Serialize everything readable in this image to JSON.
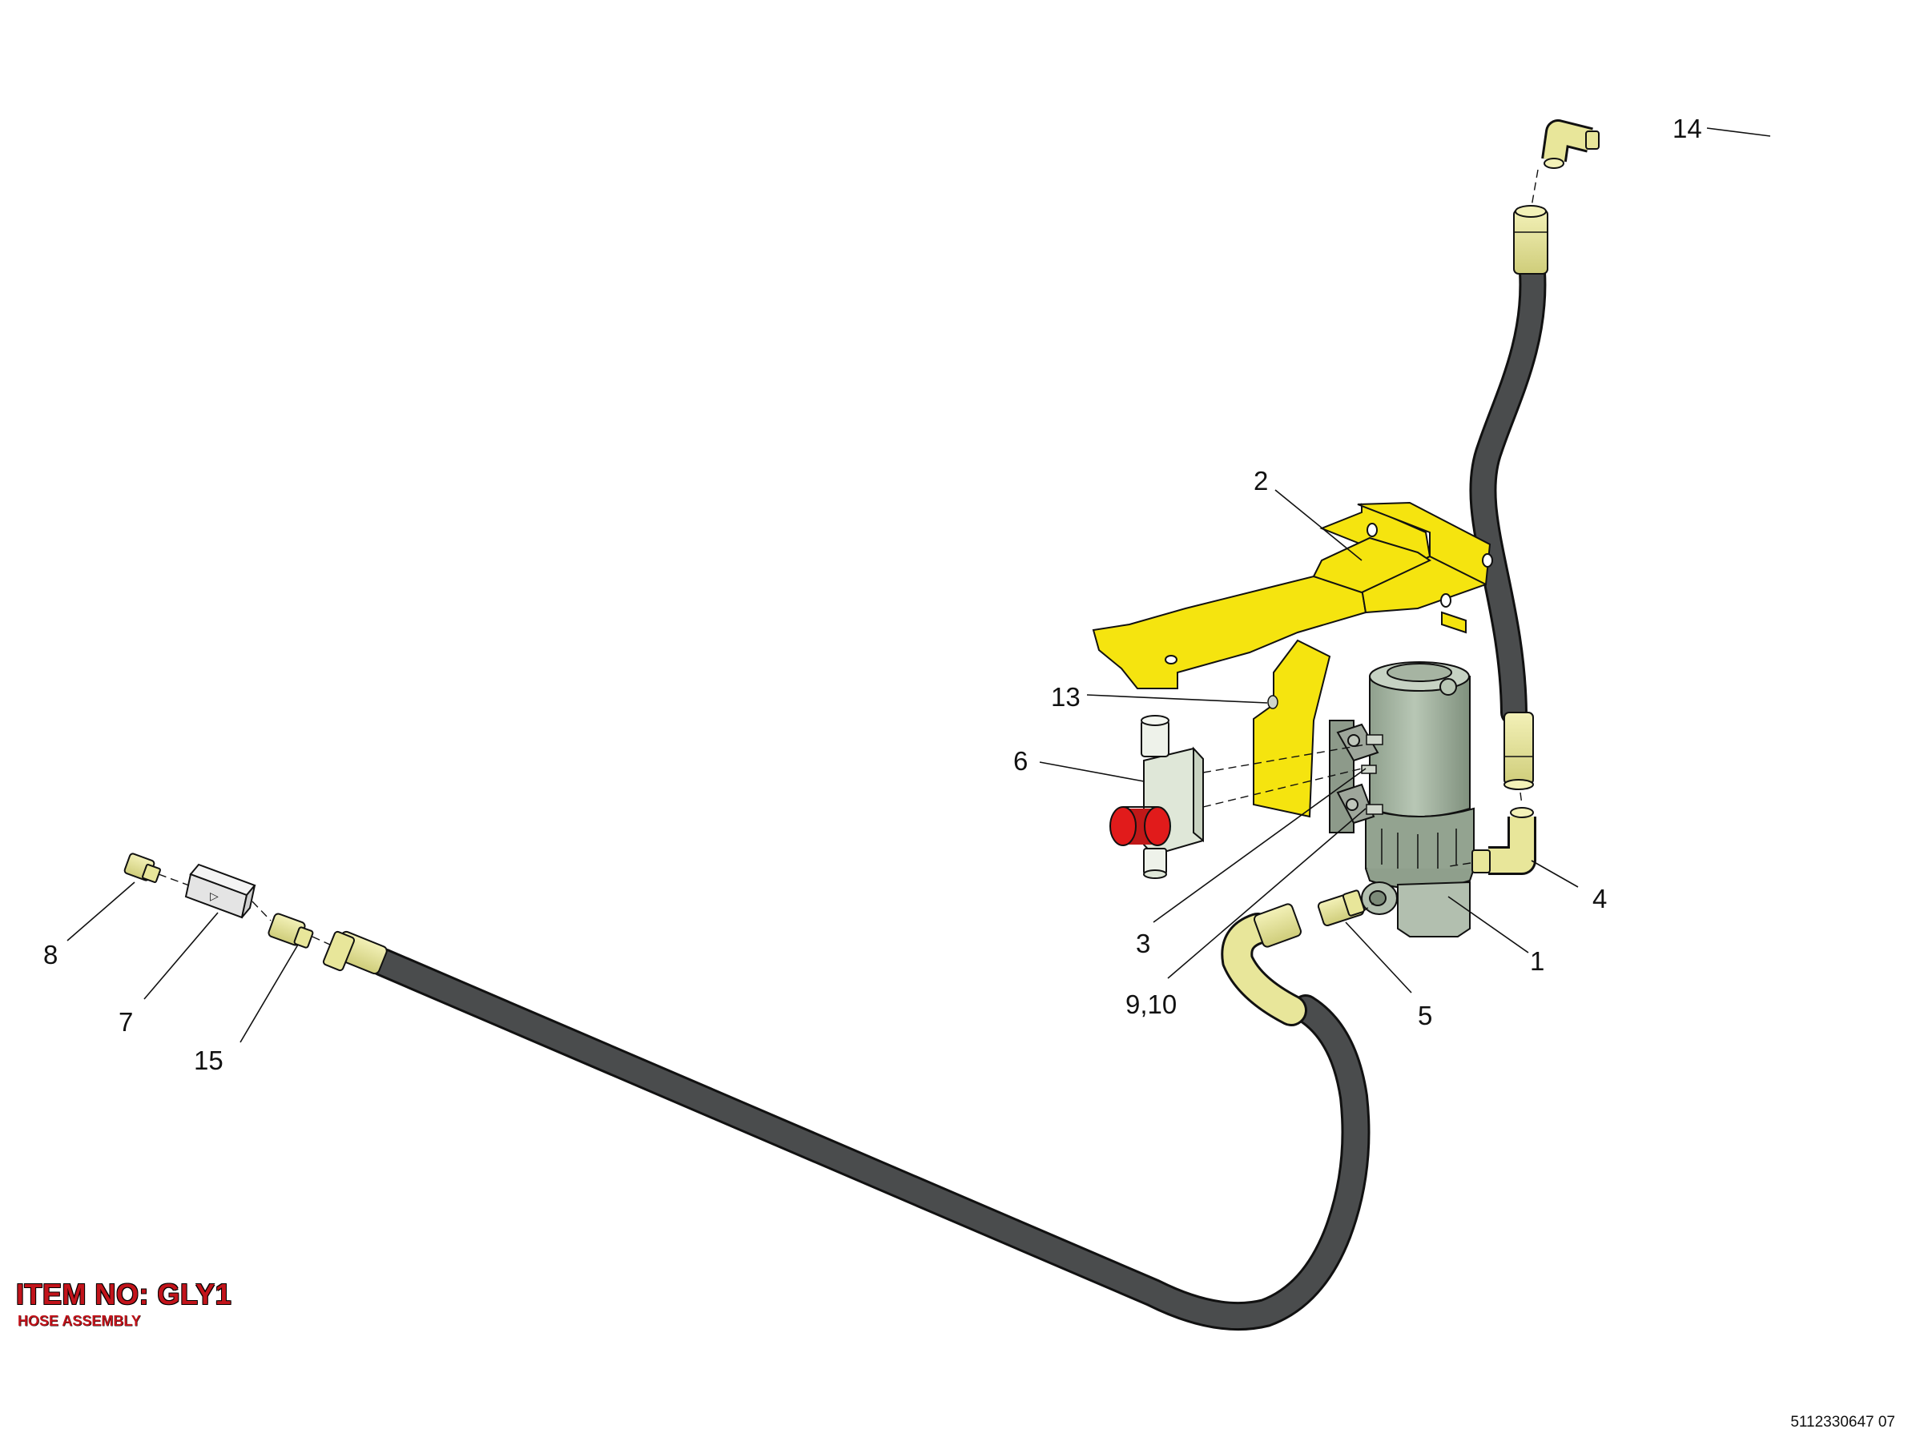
{
  "title_block": {
    "item_no": "ITEM NO: GLY1",
    "description": "HOSE ASSEMBLY",
    "drawing_number": "5112330647 07"
  },
  "colors": {
    "bracket": "#f5e40f",
    "hose": "#4a4c4d",
    "brass_fitting": "#e8e69a",
    "filter_body": "#a8b8a6",
    "valve_body": "#dfe7d8",
    "valve_button": "#e11b1b",
    "title_red": "#c2141b"
  },
  "callouts": [
    {
      "id": "1",
      "label": "1"
    },
    {
      "id": "2",
      "label": "2"
    },
    {
      "id": "3",
      "label": "3"
    },
    {
      "id": "4",
      "label": "4"
    },
    {
      "id": "5",
      "label": "5"
    },
    {
      "id": "6",
      "label": "6"
    },
    {
      "id": "7",
      "label": "7"
    },
    {
      "id": "8",
      "label": "8"
    },
    {
      "id": "9-10",
      "label": "9,10"
    },
    {
      "id": "13",
      "label": "13"
    },
    {
      "id": "14",
      "label": "14"
    },
    {
      "id": "15",
      "label": "15"
    }
  ],
  "parts": [
    {
      "callout": "1",
      "name": "lubrication-filter",
      "icon": "filter-body-icon"
    },
    {
      "callout": "2",
      "name": "mounting-bracket",
      "icon": "bracket-icon"
    },
    {
      "callout": "3",
      "name": "bolt",
      "icon": "bolt-icon"
    },
    {
      "callout": "4",
      "name": "elbow-fitting",
      "icon": "elbow-fitting-icon"
    },
    {
      "callout": "5",
      "name": "adapter-fitting",
      "icon": "adapter-fitting-icon"
    },
    {
      "callout": "6",
      "name": "pressure-indicator-valve",
      "icon": "valve-icon"
    },
    {
      "callout": "7",
      "name": "check-valve",
      "icon": "check-valve-icon"
    },
    {
      "callout": "8",
      "name": "plug-fitting",
      "icon": "plug-fitting-icon"
    },
    {
      "callout": "9,10",
      "name": "screw-and-washer",
      "icon": "screw-icon"
    },
    {
      "callout": "13",
      "name": "nut",
      "icon": "nut-icon"
    },
    {
      "callout": "14",
      "name": "elbow-fitting-top",
      "icon": "elbow-fitting-icon"
    },
    {
      "callout": "15",
      "name": "adapter-fitting-left",
      "icon": "adapter-fitting-icon"
    }
  ]
}
